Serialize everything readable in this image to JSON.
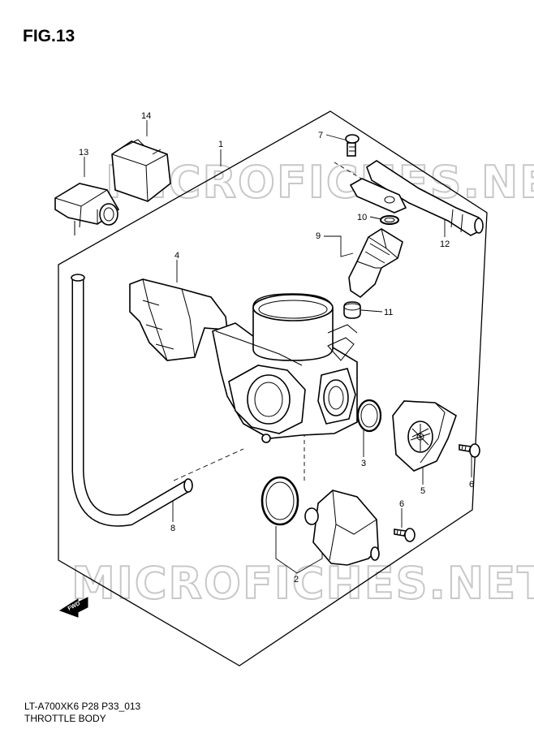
{
  "figure": {
    "title": "FIG.13"
  },
  "watermark": "MICROFICHES.NET",
  "direction_tag": "FWD",
  "callouts": [
    {
      "id": "c1",
      "label": "1"
    },
    {
      "id": "c2",
      "label": "2"
    },
    {
      "id": "c3",
      "label": "3"
    },
    {
      "id": "c4",
      "label": "4"
    },
    {
      "id": "c5",
      "label": "5"
    },
    {
      "id": "c6a",
      "label": "6"
    },
    {
      "id": "c6b",
      "label": "6"
    },
    {
      "id": "c7",
      "label": "7"
    },
    {
      "id": "c8",
      "label": "8"
    },
    {
      "id": "c9",
      "label": "9"
    },
    {
      "id": "c10",
      "label": "10"
    },
    {
      "id": "c11",
      "label": "11"
    },
    {
      "id": "c12",
      "label": "12"
    },
    {
      "id": "c13",
      "label": "13"
    },
    {
      "id": "c14",
      "label": "14"
    }
  ],
  "footer": {
    "code": "LT-A700XK6 P28 P33_013",
    "name": "THROTTLE BODY"
  }
}
